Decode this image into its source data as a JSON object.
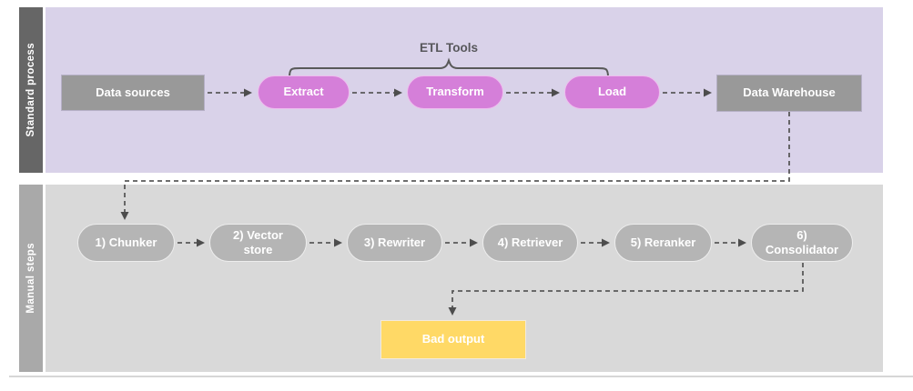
{
  "diagram": {
    "title_annotation": "ETL Tools",
    "lanes": [
      {
        "id": "standard-process",
        "label": "Standard process"
      },
      {
        "id": "manual-steps",
        "label": "Manual steps"
      }
    ],
    "nodes": {
      "data_sources": "Data sources",
      "extract": "Extract",
      "transform": "Transform",
      "load": "Load",
      "data_warehouse": "Data Warehouse",
      "chunker": "1) Chunker",
      "vector_store": "2) Vector\nstore",
      "rewriter": "3) Rewriter",
      "retriever": "4) Retriever",
      "reranker": "5) Reranker",
      "consolidator": "6)\nConsolidator",
      "bad_output": "Bad output"
    },
    "flow": [
      "Data sources -> Extract -> Transform -> Load -> Data Warehouse",
      "Data Warehouse -> 1) Chunker -> 2) Vector store -> 3) Rewriter -> 4) Retriever -> 5) Reranker -> 6) Consolidator -> Bad output"
    ],
    "colors": {
      "lane_standard_bg": "#d9d2e9",
      "lane_standard_sidebar": "#666666",
      "lane_manual_bg": "#d9d9d9",
      "lane_manual_sidebar": "#a9a9a9",
      "etl_pill_fill": "#d57fd9",
      "gray_box_fill": "#999999",
      "manual_pill_fill": "#b5b5b5",
      "bad_output_fill": "#ffd966",
      "connector_line": "#595959",
      "node_text": "#ffffff"
    }
  }
}
